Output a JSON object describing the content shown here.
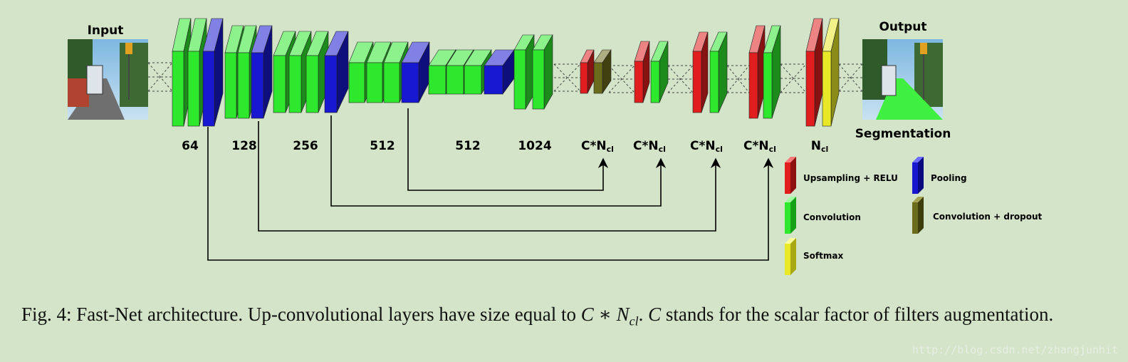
{
  "labels": {
    "input": "Input",
    "output": "Output",
    "segmentation": "Segmentation"
  },
  "stage_labels": [
    "64",
    "128",
    "256",
    "512",
    "512",
    "1024",
    "C*N",
    "C*N",
    "C*N",
    "C*N",
    "N"
  ],
  "stage_subscripts": [
    "",
    "",
    "",
    "",
    "",
    "",
    "cl",
    "cl",
    "cl",
    "cl",
    "cl"
  ],
  "legend": {
    "upsampling": "Upsampling + RELU",
    "pooling": "Pooling",
    "convolution": "Convolution",
    "conv_dropout": "Convolution + dropout",
    "softmax": "Softmax"
  },
  "colors": {
    "background": "#d3e4c9",
    "convolution": "#2ee82e",
    "pooling": "#1818d0",
    "upsampling": "#e01e1e",
    "conv_dropout": "#6b6b1c",
    "softmax": "#e8e828"
  },
  "caption": {
    "prefix": "Fig. 4: Fast-Net architecture. Up-convolutional layers have size equal to ",
    "math_c": "C",
    "op": " ∗ ",
    "math_n": "N",
    "sub_cl": "cl",
    "mid": ". ",
    "math_c2": "C",
    "suffix": " stands for the scalar factor of filters augmentation."
  },
  "watermark": "http://blog.csdn.net/zhangjunhit"
}
